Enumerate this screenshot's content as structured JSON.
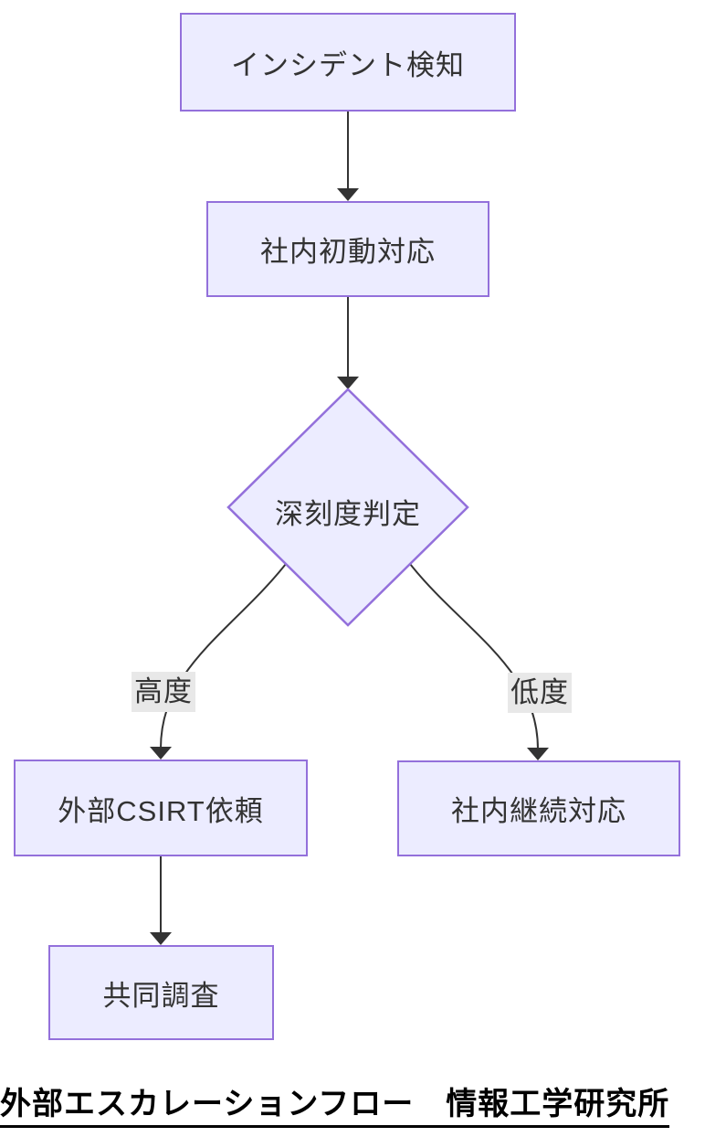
{
  "diagram": {
    "type": "flowchart",
    "direction": "top-down",
    "nodes": [
      {
        "id": "incident",
        "label": "インシデント検知",
        "shape": "rect"
      },
      {
        "id": "initial",
        "label": "社内初動対応",
        "shape": "rect"
      },
      {
        "id": "severity",
        "label": "深刻度判定",
        "shape": "diamond"
      },
      {
        "id": "csirt",
        "label": "外部CSIRT依頼",
        "shape": "rect"
      },
      {
        "id": "continue",
        "label": "社内継続対応",
        "shape": "rect"
      },
      {
        "id": "joint",
        "label": "共同調査",
        "shape": "rect"
      }
    ],
    "edges": [
      {
        "from": "incident",
        "to": "initial"
      },
      {
        "from": "initial",
        "to": "severity"
      },
      {
        "from": "severity",
        "to": "csirt",
        "label": "高度"
      },
      {
        "from": "severity",
        "to": "continue",
        "label": "低度"
      },
      {
        "from": "csirt",
        "to": "joint"
      }
    ],
    "caption": "外部エスカレーションフロー　情報工学研究所",
    "colors": {
      "node_fill": "#ECECFF",
      "node_border": "#9370DB",
      "edge": "#333333",
      "edge_label_bg": "#e8e8e8",
      "node_text": "#333333",
      "caption_text": "#000000",
      "background": "#ffffff"
    }
  }
}
